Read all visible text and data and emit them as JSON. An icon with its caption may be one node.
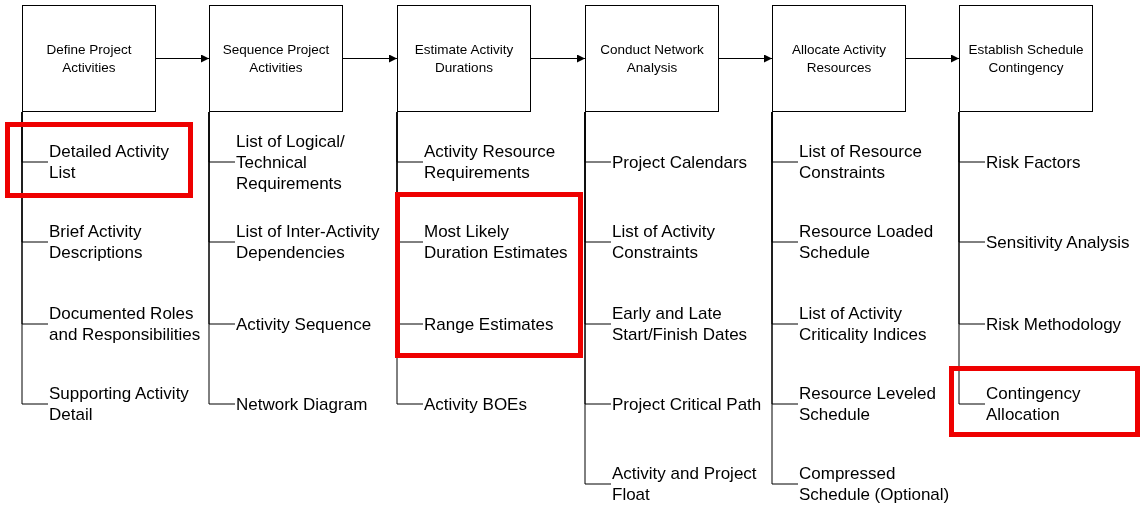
{
  "diagram": {
    "nodes": [
      {
        "text": [
          "Define Project Activities"
        ]
      },
      {
        "text": [
          "Sequence Project Activities"
        ]
      },
      {
        "text": [
          "Estimate Activity Durations"
        ]
      },
      {
        "text": [
          "Conduct Network Analysis"
        ]
      },
      {
        "text": [
          "Allocate Activity Resources"
        ]
      },
      {
        "text": [
          "Establish Schedule Contingency"
        ]
      },
      {
        "text": [],
        "shape": "box"
      },
      {
        "text": [
          "Detailed Activity List"
        ],
        "in": 6
      },
      {
        "text": [
          "Brief Activity Descriptions"
        ]
      },
      {
        "text": [
          "Documented Roles and Responsibilities"
        ]
      },
      {
        "text": [
          "Supporting Activity Detail"
        ]
      },
      {
        "text": [
          "List of Logical/ Technical Requirements"
        ]
      },
      {
        "text": [
          "List of Inter-Activity Dependencies"
        ]
      },
      {
        "text": [
          "Activity Sequence"
        ]
      },
      {
        "text": [
          "Network Diagram"
        ]
      },
      {
        "text": [
          "Activity Resource Requirements"
        ]
      },
      {
        "text": [],
        "shape": "box"
      },
      {
        "text": [
          "Most Likely Duration Estimates"
        ],
        "in": 16
      },
      {
        "text": [
          "Range Estimates"
        ],
        "in": 16
      },
      {
        "text": [
          "Activity BOEs"
        ]
      },
      {
        "text": [
          "Project Calendars"
        ]
      },
      {
        "text": [
          "List of Activity Constraints"
        ]
      },
      {
        "text": [
          "Early and Late Start/Finish Dates"
        ]
      },
      {
        "text": [
          "Project Critical Path"
        ]
      },
      {
        "text": [
          "Activity and Project Float"
        ]
      },
      {
        "text": [
          "List of Resource Constraints"
        ]
      },
      {
        "text": [
          "Resource Loaded Schedule"
        ]
      },
      {
        "text": [
          "List of Activity Criticality Indices"
        ]
      },
      {
        "text": [
          "Resource Leveled Schedule"
        ]
      },
      {
        "text": [
          "Compressed Schedule (Optional)"
        ]
      },
      {
        "text": [
          "Risk Factors"
        ]
      },
      {
        "text": [
          "Sensitivity Analysis"
        ]
      },
      {
        "text": [
          "Risk Methodology"
        ]
      },
      {
        "text": [],
        "shape": "box"
      },
      {
        "text": [
          "Contingency Allocation"
        ],
        "in": 33
      }
    ],
    "edges": [
      {
        "from": 0,
        "to": 1,
        "arrow": "to"
      },
      {
        "from": 1,
        "to": 2,
        "arrow": "to"
      },
      {
        "from": 2,
        "to": 3,
        "arrow": "to"
      },
      {
        "from": 3,
        "to": 4,
        "arrow": "to"
      },
      {
        "from": 4,
        "to": 5,
        "arrow": "to"
      },
      {
        "from": 0,
        "to": 7,
        "arrow": "none"
      },
      {
        "from": 0,
        "to": 8,
        "arrow": "none"
      },
      {
        "from": 0,
        "to": 9,
        "arrow": "none"
      },
      {
        "from": 0,
        "to": 10,
        "arrow": "none"
      },
      {
        "from": 1,
        "to": 11,
        "arrow": "none"
      },
      {
        "from": 1,
        "to": 12,
        "arrow": "none"
      },
      {
        "from": 1,
        "to": 13,
        "arrow": "none"
      },
      {
        "from": 1,
        "to": 14,
        "arrow": "none"
      },
      {
        "from": 2,
        "to": 15,
        "arrow": "none"
      },
      {
        "from": 2,
        "to": 17,
        "arrow": "none"
      },
      {
        "from": 2,
        "to": 18,
        "arrow": "none"
      },
      {
        "from": 2,
        "to": 19,
        "arrow": "none"
      },
      {
        "from": 3,
        "to": 20,
        "arrow": "none"
      },
      {
        "from": 3,
        "to": 21,
        "arrow": "none"
      },
      {
        "from": 3,
        "to": 22,
        "arrow": "none"
      },
      {
        "from": 3,
        "to": 23,
        "arrow": "none"
      },
      {
        "from": 3,
        "to": 24,
        "arrow": "none"
      },
      {
        "from": 4,
        "to": 25,
        "arrow": "none"
      },
      {
        "from": 4,
        "to": 26,
        "arrow": "none"
      },
      {
        "from": 4,
        "to": 27,
        "arrow": "none"
      },
      {
        "from": 4,
        "to": 28,
        "arrow": "none"
      },
      {
        "from": 4,
        "to": 29,
        "arrow": "none"
      },
      {
        "from": 5,
        "to": 30,
        "arrow": "none"
      },
      {
        "from": 5,
        "to": 31,
        "arrow": "none"
      },
      {
        "from": 5,
        "to": 32,
        "arrow": "none"
      },
      {
        "from": 5,
        "to": 34,
        "arrow": "none"
      }
    ]
  }
}
